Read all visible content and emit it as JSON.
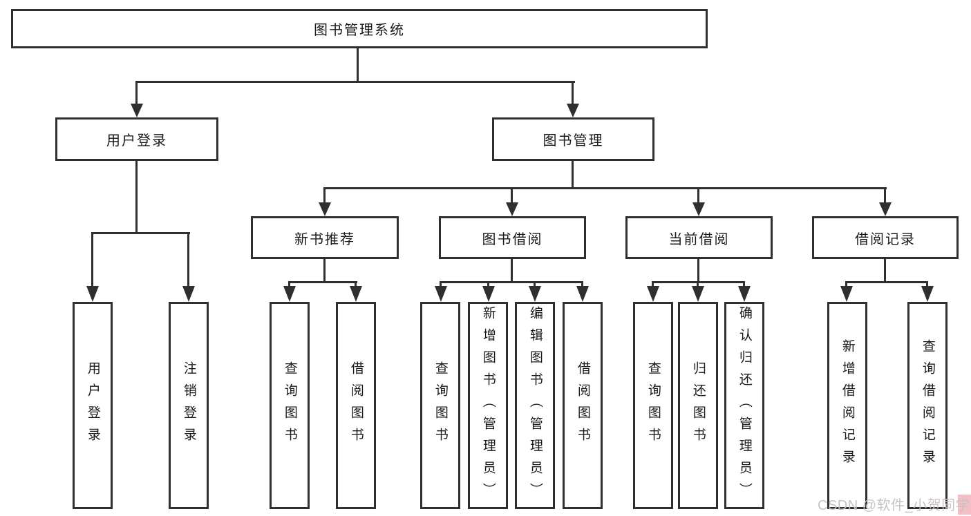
{
  "diagram": {
    "root": {
      "label": "图书管理系统"
    },
    "level1": [
      {
        "label": "用户登录",
        "children": [
          {
            "label": "用户登录"
          },
          {
            "label": "注销登录"
          }
        ]
      },
      {
        "label": "图书管理",
        "children": [
          {
            "label": "新书推荐",
            "children": [
              {
                "label": "查询图书"
              },
              {
                "label": "借阅图书"
              }
            ]
          },
          {
            "label": "图书借阅",
            "children": [
              {
                "label": "查询图书"
              },
              {
                "label": "新增图书（管理员）"
              },
              {
                "label": "编辑图书（管理员）"
              },
              {
                "label": "借阅图书"
              }
            ]
          },
          {
            "label": "当前借阅",
            "children": [
              {
                "label": "查询图书"
              },
              {
                "label": "归还图书"
              },
              {
                "label": "确认归还（管理员）"
              }
            ]
          },
          {
            "label": "借阅记录",
            "children": [
              {
                "label": "新增借阅记录"
              },
              {
                "label": "查询借阅记录"
              }
            ]
          }
        ]
      }
    ]
  },
  "watermark": {
    "text": "CSDN @软件_小贺同学"
  },
  "colors": {
    "line": "#2f2f2f",
    "text": "#1a1a1a",
    "background": "#ffffff",
    "watermark_text": "#c8c2c4",
    "watermark_accent": "#f4bec6"
  }
}
